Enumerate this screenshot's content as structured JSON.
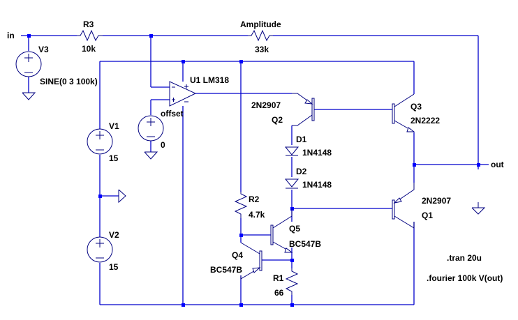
{
  "schematic": {
    "nets": {
      "in": "in",
      "out": "out"
    },
    "components": {
      "V3": {
        "name": "V3",
        "value": "SINE(0 3 100k)"
      },
      "R3": {
        "name": "R3",
        "value": "10k"
      },
      "Amplitude": {
        "name": "Amplitude",
        "value": "33k"
      },
      "U1": {
        "name": "U1 LM318"
      },
      "offset": {
        "name": "offset",
        "value": "0"
      },
      "V1": {
        "name": "V1",
        "value": "15"
      },
      "V2": {
        "name": "V2",
        "value": "15"
      },
      "Q2": {
        "name": "Q2",
        "model": "2N2907"
      },
      "Q3": {
        "name": "Q3",
        "model": "2N2222"
      },
      "Q1": {
        "name": "Q1",
        "model": "2N2907"
      },
      "D1": {
        "name": "D1",
        "model": "1N4148"
      },
      "D2": {
        "name": "D2",
        "model": "1N4148"
      },
      "R2": {
        "name": "R2",
        "value": "4.7k"
      },
      "Q5": {
        "name": "Q5",
        "model": "BC547B"
      },
      "Q4": {
        "name": "Q4",
        "model": "BC547B"
      },
      "R1": {
        "name": "R1",
        "value": "66"
      }
    },
    "directives": {
      "tran": ".tran 20u",
      "fourier": ".fourier 100k V(out)"
    },
    "colors": {
      "wire": "#0000cc",
      "component": "#000080",
      "junction": "#0000ff",
      "text": "#000000"
    }
  }
}
